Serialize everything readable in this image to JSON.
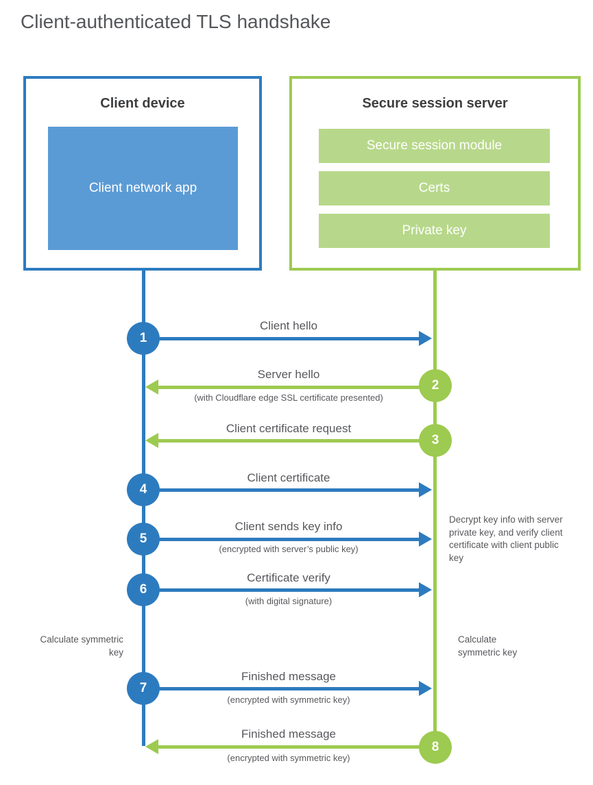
{
  "title": "Client-authenticated TLS handshake",
  "colors": {
    "blue": "#2d7bbf",
    "blue_light": "#5b9bd5",
    "green": "#9dca50",
    "green_light": "#b7d88a",
    "text_dark": "#3d3e40",
    "text_gray": "#57585c"
  },
  "client_box": {
    "title": "Client device",
    "module": "Client network app"
  },
  "server_box": {
    "title": "Secure session server",
    "modules": [
      "Secure session module",
      "Certs",
      "Private key"
    ]
  },
  "steps": [
    {
      "num": "1",
      "from": "client",
      "to": "server",
      "color": "blue",
      "label": "Client hello",
      "sublabel": ""
    },
    {
      "num": "2",
      "from": "server",
      "to": "client",
      "color": "green",
      "label": "Server hello",
      "sublabel": "(with Cloudflare edge SSL certificate presented)"
    },
    {
      "num": "3",
      "from": "server",
      "to": "client",
      "color": "green",
      "label": "Client certificate request",
      "sublabel": ""
    },
    {
      "num": "4",
      "from": "client",
      "to": "server",
      "color": "blue",
      "label": "Client certificate",
      "sublabel": ""
    },
    {
      "num": "5",
      "from": "client",
      "to": "server",
      "color": "blue",
      "label": "Client sends key info",
      "sublabel": "(encrypted with server’s public key)"
    },
    {
      "num": "6",
      "from": "client",
      "to": "server",
      "color": "blue",
      "label": "Certificate verify",
      "sublabel": "(with digital signature)"
    },
    {
      "num": "7",
      "from": "client",
      "to": "server",
      "color": "blue",
      "label": "Finished message",
      "sublabel": "(encrypted with symmetric key)"
    },
    {
      "num": "8",
      "from": "server",
      "to": "client",
      "color": "green",
      "label": "Finished message",
      "sublabel": "(encrypted with symmetric key)"
    }
  ],
  "notes": {
    "server_note": "Decrypt key info with server private key, and verify client certificate with client public key",
    "client_calc": "Calculate symmetric key",
    "server_calc": "Calculate symmetric key"
  }
}
